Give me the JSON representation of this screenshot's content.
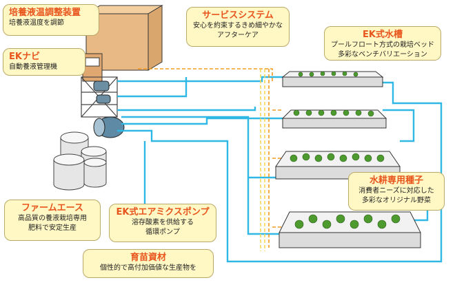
{
  "callouts": {
    "temp_unit": {
      "title": "培養液温調整装置",
      "desc": [
        "培養液温度を調節"
      ]
    },
    "ek_navi": {
      "title": "EKナビ",
      "desc": [
        "自動養液管理機"
      ]
    },
    "service": {
      "title": "サービスシステム",
      "desc": [
        "安心を約束するきめ細やかな",
        "アフターケア"
      ]
    },
    "ek_tank": {
      "title": "EK式水槽",
      "desc": [
        "プールフロート方式の栽培ベッド",
        "多彩なベンチバリエーション"
      ]
    },
    "seeds": {
      "title": "水耕専用種子",
      "desc": [
        "消費者ニーズに対応した",
        "多彩なオリジナル野菜"
      ]
    },
    "farm_ace": {
      "title": "ファームエース",
      "desc": [
        "高品質の養液栽培専用",
        "肥料で安定生産"
      ]
    },
    "pump": {
      "title": "EK式エアミクスポンプ",
      "desc": [
        "溶存酸素を供給する",
        "循環ポンプ"
      ]
    },
    "seedling": {
      "title": "育苗資材",
      "desc": [
        "個性的で高付加価値な生産物を"
      ]
    }
  },
  "colors": {
    "callout_bg": "#fff8c4",
    "title": "#e8541c",
    "water_pipe": "#2fb8e6",
    "nutrient_line": "#f39a1e",
    "return_line": "#f5d85a",
    "tank_outline": "#333333",
    "plants": "#4d9a2f"
  }
}
